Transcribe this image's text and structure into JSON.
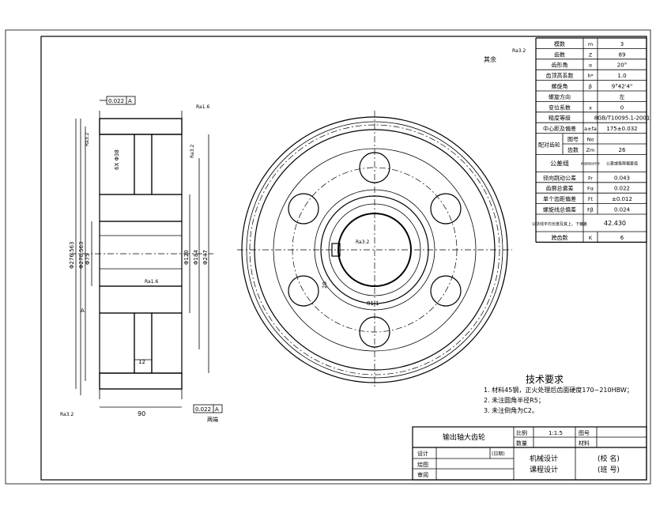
{
  "params_table": [
    {
      "label": "模数",
      "symbol": "m",
      "value": "3"
    },
    {
      "label": "齿数",
      "symbol": "Z",
      "value": "89"
    },
    {
      "label": "齿形角",
      "symbol": "α",
      "value": "20°"
    },
    {
      "label": "齿顶高系数",
      "symbol": "h*",
      "value": "1.0"
    },
    {
      "label": "螺旋角",
      "symbol": "β",
      "value": "9°42'4\""
    },
    {
      "label": "螺旋方向",
      "symbol": "",
      "value": "左"
    },
    {
      "label": "变位系数",
      "symbol": "x",
      "value": "0"
    },
    {
      "label": "精度等级",
      "symbol": "",
      "value": "8GB/T10095.1-2001"
    },
    {
      "label": "中心距及偏差",
      "symbol": "a±fa",
      "value": "175±0.032"
    }
  ],
  "mating_gear": {
    "label": "配对齿轮",
    "rows": [
      {
        "label": "图号",
        "symbol": "No",
        "value": ""
      },
      {
        "label": "齿数",
        "symbol": "Zm",
        "value": "26"
      }
    ]
  },
  "tolerance_group": {
    "label": "公差组",
    "sub1": "检验项目代号",
    "sub2": "公差或极限偏差值"
  },
  "tolerance_rows": [
    {
      "label": "径向跳动公差",
      "symbol": "Fr",
      "value": "0.043"
    },
    {
      "label": "齿廓总偏差",
      "symbol": "Fα",
      "value": "0.022"
    },
    {
      "label": "单个齿距偏差",
      "symbol": "Ft",
      "value": "±0.012"
    },
    {
      "label": "螺旋线总偏差",
      "symbol": "Fβ",
      "value": "0.024"
    }
  ],
  "span_row": {
    "label": "公法线平均长度及其上、下偏差",
    "value": "42.430"
  },
  "span_teeth": {
    "label": "跨齿数",
    "symbol": "K",
    "value": "6"
  },
  "tech": {
    "title": "技术要求",
    "items": [
      "1. 材料45钢，正火处理后齿面硬度170~210HBW；",
      "2. 未注圆角半径R5；",
      "3. 未注倒角为C2。"
    ]
  },
  "title_block": {
    "name": "输出轴大齿轮",
    "scale_label": "比例",
    "scale_value": "1:1.5",
    "drawing_label": "图号",
    "qty_label": "数量",
    "material_label": "材料",
    "design_label": "设计",
    "date_label": "(日期)",
    "draw_label": "绘图",
    "check_label": "审阅",
    "course1": "机械设计",
    "course2": "课程设计",
    "school": "(校 名)",
    "class": "(班 号)"
  },
  "roughness_rest": "其余",
  "roughness_values": [
    "Ra3.2",
    "Ra1.6",
    "Ra3.2",
    "Ra1.6",
    "Ra3.2",
    "Ra3.2",
    "Ra3.2"
  ],
  "tolerance_frames": [
    "0.022",
    "A"
  ],
  "datum_label": "A",
  "dims": {
    "d_tip": "Φ276.563",
    "d_pitch": "Φ270.563",
    "d_hub": "Φ75",
    "d_120": "Φ120",
    "d_184": "Φ184",
    "d_247": "Φ247",
    "chamfer": "6X Φ38",
    "width": "90",
    "rim": "12",
    "keyway": "20",
    "key_depth": "81.1",
    "end_label": "两端"
  }
}
